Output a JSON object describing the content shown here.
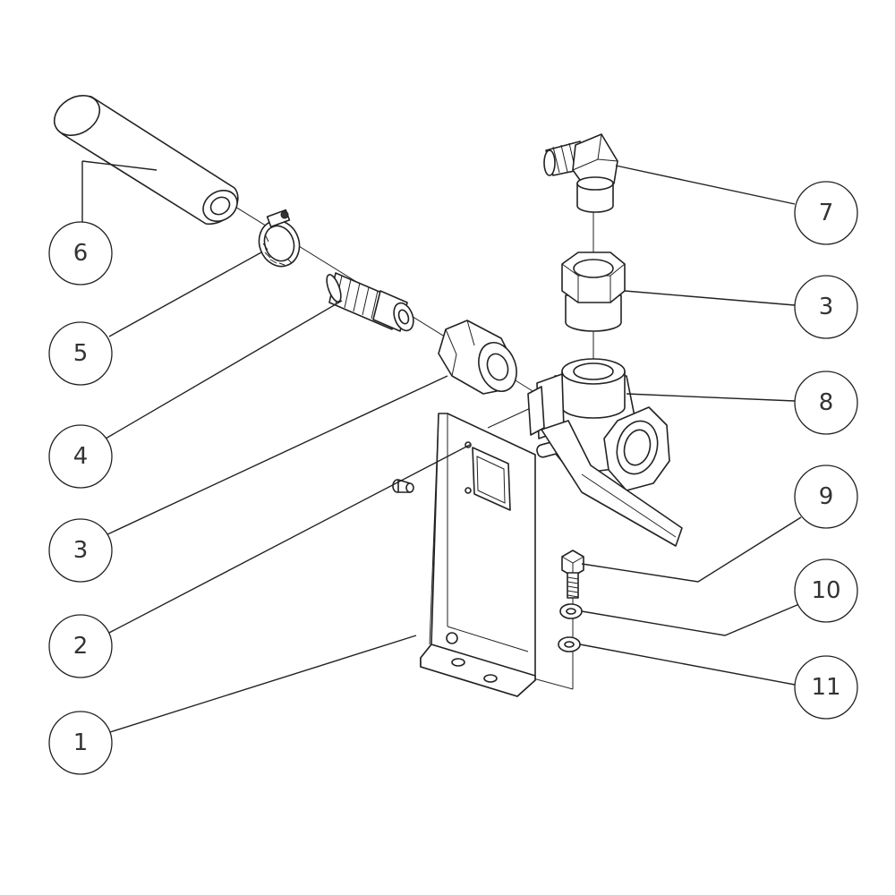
{
  "callouts": [
    {
      "id": "callout-6",
      "number": "6"
    },
    {
      "id": "callout-5",
      "number": "5"
    },
    {
      "id": "callout-4",
      "number": "4"
    },
    {
      "id": "callout-3a",
      "number": "3"
    },
    {
      "id": "callout-2",
      "number": "2"
    },
    {
      "id": "callout-1",
      "number": "1"
    },
    {
      "id": "callout-7",
      "number": "7"
    },
    {
      "id": "callout-3b",
      "number": "3"
    },
    {
      "id": "callout-8",
      "number": "8"
    },
    {
      "id": "callout-9",
      "number": "9"
    },
    {
      "id": "callout-10",
      "number": "10"
    },
    {
      "id": "callout-11",
      "number": "11"
    }
  ]
}
